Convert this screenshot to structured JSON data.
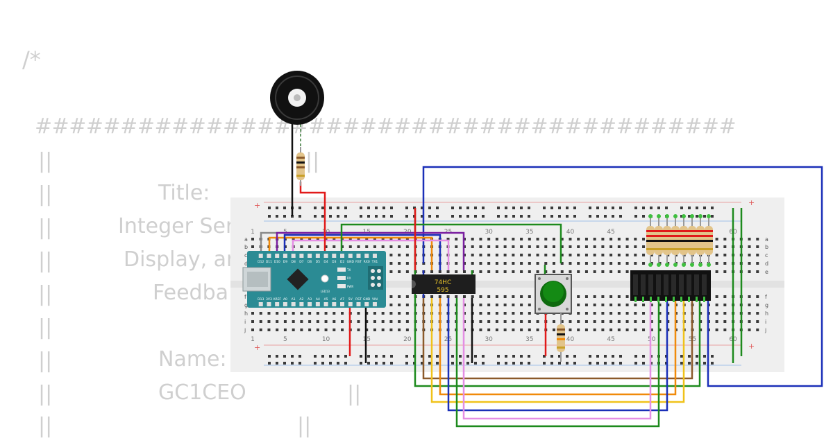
{
  "source_text": {
    "comment_open": "/*",
    "hash_line": "#########################################",
    "pipe": "||",
    "title_label": "Title:",
    "title_line1": "Integer Ser",
    "title_line2": "Display, ar",
    "title_line3": "Feedba",
    "name_label": "Name:",
    "name_value": "GC1CEO"
  },
  "breadboard": {
    "column_numbers": [
      "1",
      "5",
      "10",
      "15",
      "20",
      "25",
      "30",
      "35",
      "40",
      "45",
      "50",
      "55",
      "60"
    ],
    "row_letters_top": [
      "a",
      "b",
      "c",
      "d",
      "e"
    ],
    "row_letters_bottom": [
      "f",
      "g",
      "h",
      "i",
      "j"
    ],
    "rail_plus": "+",
    "rail_minus": "-"
  },
  "arduino": {
    "top_pins": [
      "D12",
      "D11",
      "D10",
      "D9",
      "D8",
      "D7",
      "D6",
      "D5",
      "D4",
      "D3",
      "D2",
      "GND",
      "RST",
      "RX0",
      "TX1"
    ],
    "bottom_pins": [
      "D13",
      "3V3",
      "AREF",
      "A0",
      "A1",
      "A2",
      "A3",
      "A4",
      "A5",
      "A6",
      "A7",
      "5V",
      "RST",
      "GND",
      "VIN"
    ],
    "labels": [
      "LED13",
      "PWR",
      "TX",
      "RX"
    ]
  },
  "shift_register": {
    "line1": "74HC",
    "line2": "595"
  },
  "colors": {
    "board_bg": "#efefef",
    "arduino_teal": "#2b8b94",
    "wire_red": "#e11a1a",
    "wire_black": "#111111",
    "wire_green": "#1d8a1d",
    "wire_blue": "#1a2fb8",
    "wire_yellow": "#f0c21a",
    "wire_orange": "#f08a0a",
    "wire_brown": "#8b5a2b",
    "wire_purple": "#7a1fa0",
    "wire_pink": "#e48ee4",
    "wire_grey": "#8a8a8a",
    "button_green": "#148a14"
  }
}
